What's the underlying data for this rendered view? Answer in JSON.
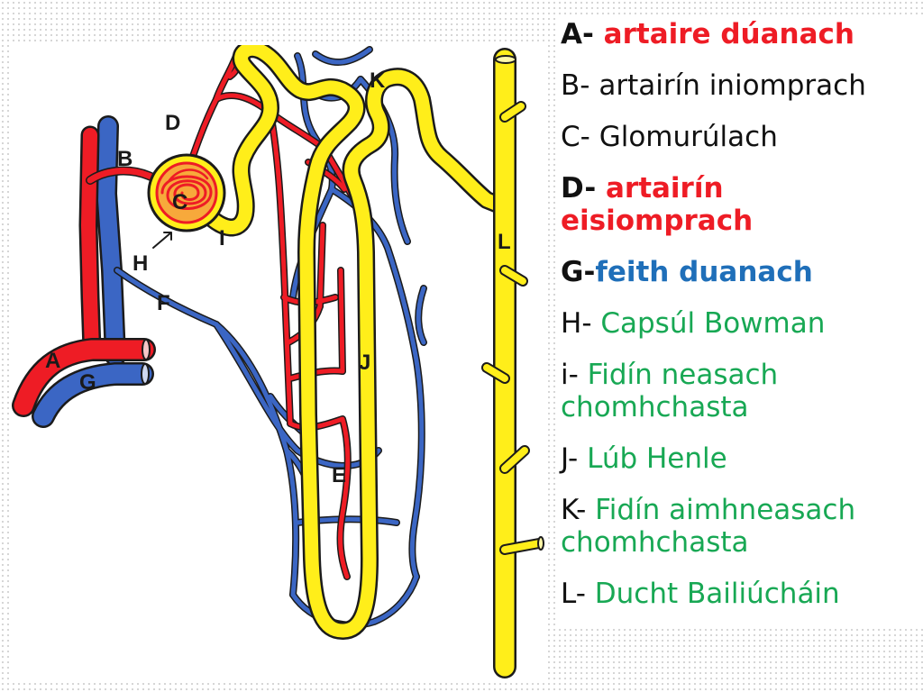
{
  "colors": {
    "red": "#ee1c25",
    "blue": "#3b66c4",
    "yellow": "#ffee1a",
    "green": "#18a854",
    "navy": "#1f6fb9",
    "black": "#111111"
  },
  "diagram": {
    "labels": {
      "A": "A",
      "B": "B",
      "C": "C",
      "D": "D",
      "E": "E",
      "F": "F",
      "G": "G",
      "H": "H",
      "I": "I",
      "J": "J",
      "K": "K",
      "L": "L"
    }
  },
  "legend": {
    "entries": [
      {
        "letter": "A",
        "sep": "- ",
        "text": "artaire dúanach",
        "text_color": "red",
        "bold": true
      },
      {
        "letter": "B",
        "sep": "- ",
        "text": "artairín iniomprach",
        "text_color": "black",
        "bold": false
      },
      {
        "letter": "C",
        "sep": "- ",
        "text": "Glomurúlach",
        "text_color": "black",
        "bold": false
      },
      {
        "letter": "D",
        "sep": "- ",
        "text": "artairín eisiomprach",
        "text_color": "red",
        "bold": true
      },
      {
        "letter": "G",
        "sep": "-",
        "text": "feith duanach",
        "text_color": "navy",
        "bold": true
      },
      {
        "letter": "H",
        "sep": "- ",
        "text": "Capsúl Bowman",
        "text_color": "green",
        "bold": false
      },
      {
        "letter": "i",
        "sep": "- ",
        "text": "Fidín neasach chomhchasta",
        "text_color": "green",
        "bold": false
      },
      {
        "letter": "J",
        "sep": "- ",
        "text": "Lúb Henle",
        "text_color": "green",
        "bold": false
      },
      {
        "letter": "K",
        "sep": "- ",
        "text": "Fidín aimhneasach chomhchasta",
        "text_color": "green",
        "bold": false
      },
      {
        "letter": "L",
        "sep": "- ",
        "text": "Ducht Bailiúcháin",
        "text_color": "green",
        "bold": false
      }
    ]
  }
}
